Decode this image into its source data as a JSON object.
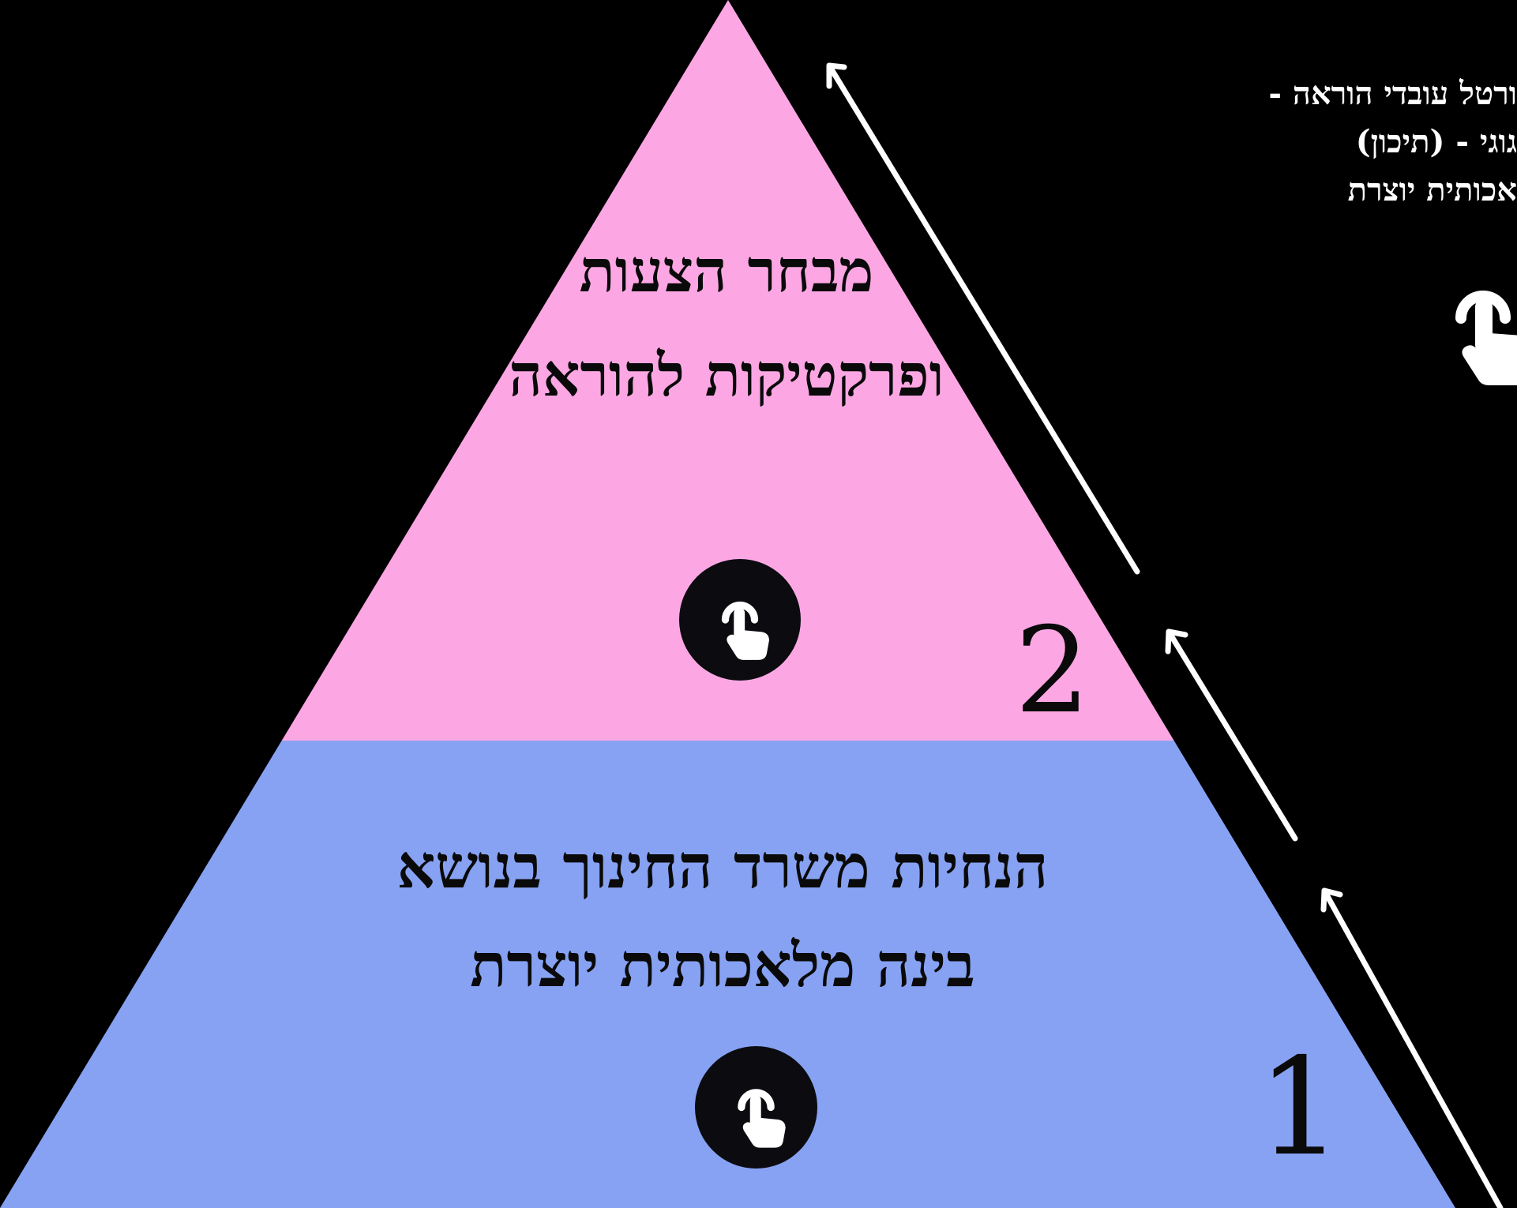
{
  "colors": {
    "background": "#000000",
    "top_layer": "#fca7e4",
    "bottom_layer": "#87a2f2",
    "arrows": "#ffffff",
    "button": "#0b0b10"
  },
  "pyramid": {
    "levels": [
      {
        "number": "2",
        "title_lines": [
          "מבחר הצעות",
          "ופרקטיקות להוראה"
        ],
        "button_icon": "hand-pointer-icon"
      },
      {
        "number": "1",
        "title_lines": [
          "הנחיות משרד החינוך בנושא",
          "בינה מלאכותית יוצרת"
        ],
        "button_icon": "hand-pointer-icon"
      }
    ]
  },
  "side_note": {
    "lines": [
      "ורטל עובדי הוראה -",
      "גוגי - (תיכון)",
      "אכותית יוצרת"
    ],
    "icon": "hand-pointer-icon"
  }
}
